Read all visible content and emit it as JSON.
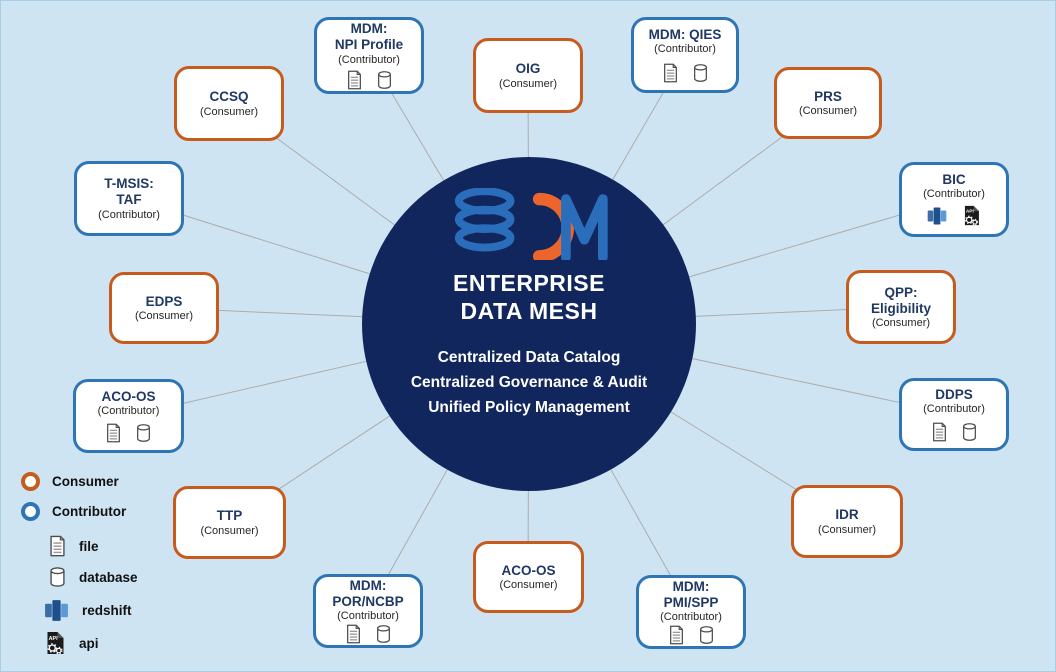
{
  "center": {
    "logo": "edm-logo",
    "title_lines": [
      "ENTERPRISE",
      "DATA MESH"
    ],
    "subtitle_lines": [
      "Centralized Data Catalog",
      "Centralized Governance & Audit",
      "Unified Policy Management"
    ]
  },
  "nodes": [
    {
      "id": "mdm-npi-profile",
      "title": "MDM:\nNPI Profile",
      "role": "(Contributor)",
      "type": "contributor",
      "icons": [
        "file",
        "database"
      ]
    },
    {
      "id": "oig",
      "title": "OIG",
      "role": "(Consumer)",
      "type": "consumer",
      "icons": []
    },
    {
      "id": "mdm-qies",
      "title": "MDM: QIES",
      "role": "(Contributor)",
      "type": "contributor",
      "icons": [
        "file",
        "database"
      ]
    },
    {
      "id": "prs",
      "title": "PRS",
      "role": "(Consumer)",
      "type": "consumer",
      "icons": []
    },
    {
      "id": "bic",
      "title": "BIC",
      "role": "(Contributor)",
      "type": "contributor",
      "icons": [
        "redshift",
        "api"
      ]
    },
    {
      "id": "qpp-eligibility",
      "title": "QPP:\nEligibility",
      "role": "(Consumer)",
      "type": "consumer",
      "icons": []
    },
    {
      "id": "ddps",
      "title": "DDPS",
      "role": "(Contributor)",
      "type": "contributor",
      "icons": [
        "file",
        "database"
      ]
    },
    {
      "id": "idr",
      "title": "IDR",
      "role": "(Consumer)",
      "type": "consumer",
      "icons": []
    },
    {
      "id": "mdm-pmi-spp",
      "title": "MDM:\nPMI/SPP",
      "role": "(Contributor)",
      "type": "contributor",
      "icons": [
        "file",
        "database"
      ]
    },
    {
      "id": "aco-os-consumer",
      "title": "ACO-OS",
      "role": "(Consumer)",
      "type": "consumer",
      "icons": []
    },
    {
      "id": "mdm-por-ncbp",
      "title": "MDM:\nPOR/NCBP",
      "role": "(Contributor)",
      "type": "contributor",
      "icons": [
        "file",
        "database"
      ]
    },
    {
      "id": "ttp",
      "title": "TTP",
      "role": "(Consumer)",
      "type": "consumer",
      "icons": []
    },
    {
      "id": "aco-os-contributor",
      "title": "ACO-OS",
      "role": "(Contributor)",
      "type": "contributor",
      "icons": [
        "file",
        "database"
      ]
    },
    {
      "id": "edps",
      "title": "EDPS",
      "role": "(Consumer)",
      "type": "consumer",
      "icons": []
    },
    {
      "id": "t-msis-taf",
      "title": "T-MSIS:\nTAF",
      "role": "(Contributor)",
      "type": "contributor",
      "icons": []
    },
    {
      "id": "ccsq",
      "title": "CCSQ",
      "role": "(Consumer)",
      "type": "consumer",
      "icons": []
    }
  ],
  "legend": {
    "items": [
      {
        "icon": "consumer-ring",
        "label": "Consumer"
      },
      {
        "icon": "contributor-ring",
        "label": "Contributor"
      },
      {
        "icon": "file",
        "label": "file"
      },
      {
        "icon": "database",
        "label": "database"
      },
      {
        "icon": "redshift",
        "label": "redshift"
      },
      {
        "icon": "api",
        "label": "api"
      }
    ]
  },
  "colors": {
    "background": "#CFE4F2",
    "hub_circle": "#12265E",
    "consumer_border": "#C75B1E",
    "contributor_border": "#2E75B6",
    "node_title_text": "#1F3864",
    "connector_line": "#ACACAC",
    "logo_blue": "#2A6EBB",
    "logo_orange": "#EC652C"
  }
}
